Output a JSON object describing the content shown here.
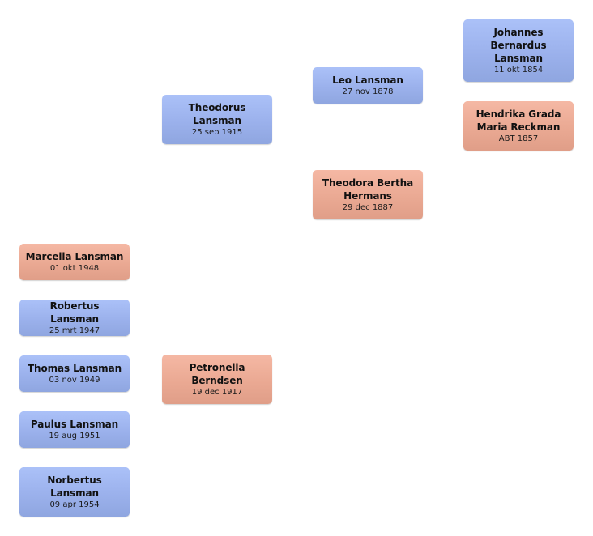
{
  "people": {
    "johannes": {
      "name": "Johannes Bernardus Lansman",
      "date": "11 okt 1854"
    },
    "hendrika": {
      "name": "Hendrika Grada Maria Reckman",
      "date": "ABT 1857"
    },
    "leo": {
      "name": "Leo Lansman",
      "date": "27 nov 1878"
    },
    "theodora": {
      "name": "Theodora Bertha Hermans",
      "date": "29 dec 1887"
    },
    "theodorus": {
      "name": "Theodorus Lansman",
      "date": "25 sep 1915"
    },
    "petronella": {
      "name": "Petronella Berndsen",
      "date": "19 dec 1917"
    },
    "marcella": {
      "name": "Marcella Lansman",
      "date": "01 okt 1948"
    },
    "robertus": {
      "name": "Robertus Lansman",
      "date": "25 mrt 1947"
    },
    "thomas": {
      "name": "Thomas Lansman",
      "date": "03 nov 1949"
    },
    "paulus": {
      "name": "Paulus Lansman",
      "date": "19 aug 1951"
    },
    "norbertus": {
      "name": "Norbertus Lansman",
      "date": "09 apr 1954"
    }
  },
  "colors": {
    "male": "#9bb1ec",
    "female": "#eaa993"
  }
}
